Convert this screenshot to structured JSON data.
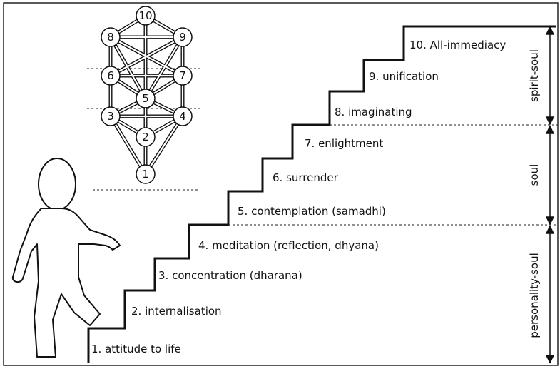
{
  "steps": [
    {
      "label": "1. attitude to life"
    },
    {
      "label": "2. internalisation"
    },
    {
      "label": "3. concentration (dharana)"
    },
    {
      "label": "4. meditation (reflection, dhyana)"
    },
    {
      "label": "5. contemplation (samadhi)"
    },
    {
      "label": "6. surrender"
    },
    {
      "label": "7. enlightment"
    },
    {
      "label": "8. imaginating"
    },
    {
      "label": "9. unification"
    },
    {
      "label": "10. All-immediacy"
    }
  ],
  "zones": [
    {
      "label": "spirit-soul"
    },
    {
      "label": "soul"
    },
    {
      "label": "personality-soul"
    }
  ],
  "tree_nodes": [
    "10",
    "8",
    "9",
    "6",
    "7",
    "5",
    "3",
    "4",
    "2",
    "1"
  ]
}
